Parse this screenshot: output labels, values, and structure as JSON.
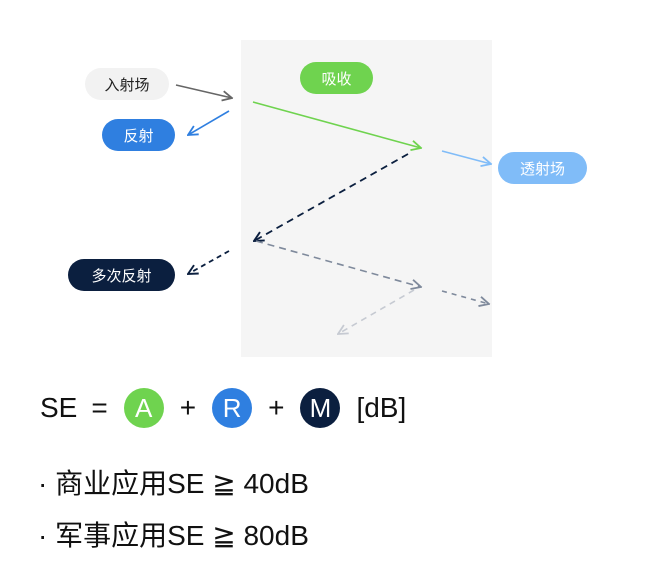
{
  "labels": {
    "incident": "入射场",
    "absorption": "吸收",
    "reflection": "反射",
    "transmitted": "透射场",
    "multiple_reflection": "多次反射"
  },
  "formula": {
    "lhs": "SE",
    "equals": "=",
    "a": "A",
    "plus1": "+",
    "r": "R",
    "plus2": "+",
    "m": "M",
    "unit": "[dB]"
  },
  "requirements": [
    "· 商业应用SE ≧ 40dB",
    "· 军事应用SE ≧ 80dB"
  ],
  "colors": {
    "absorption": "#6fd34f",
    "reflection": "#2f7fe0",
    "transmitted": "#80bcf8",
    "multiple_reflection": "#0b1f3f",
    "incident_bg": "#f2f2f2",
    "shield_bg": "#f5f5f5"
  }
}
